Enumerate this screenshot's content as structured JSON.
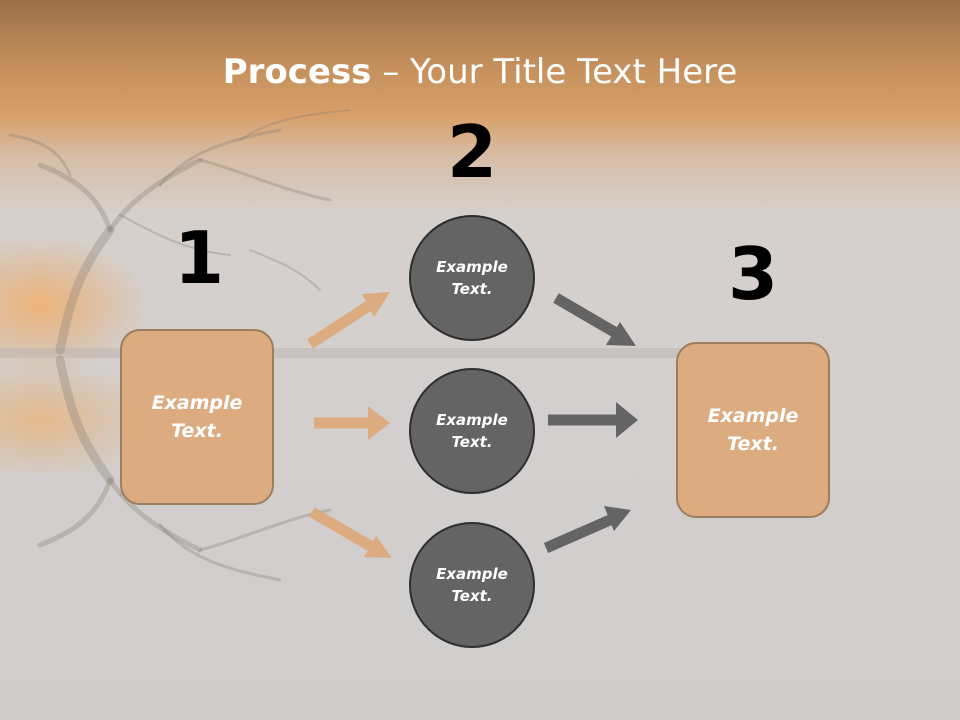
{
  "slide": {
    "title_bold": "Process",
    "title_rest": " – Your Title Text Here"
  },
  "steps": [
    {
      "number": "1",
      "text": "Example Text."
    },
    {
      "number": "2",
      "items": [
        "Example Text.",
        "Example Text.",
        "Example Text."
      ]
    },
    {
      "number": "3",
      "text": "Example Text."
    }
  ],
  "colors": {
    "box_fill": "#dcac80",
    "circle_fill": "#646464",
    "arrow_tan": "#dcac80",
    "arrow_gray": "#646464"
  }
}
